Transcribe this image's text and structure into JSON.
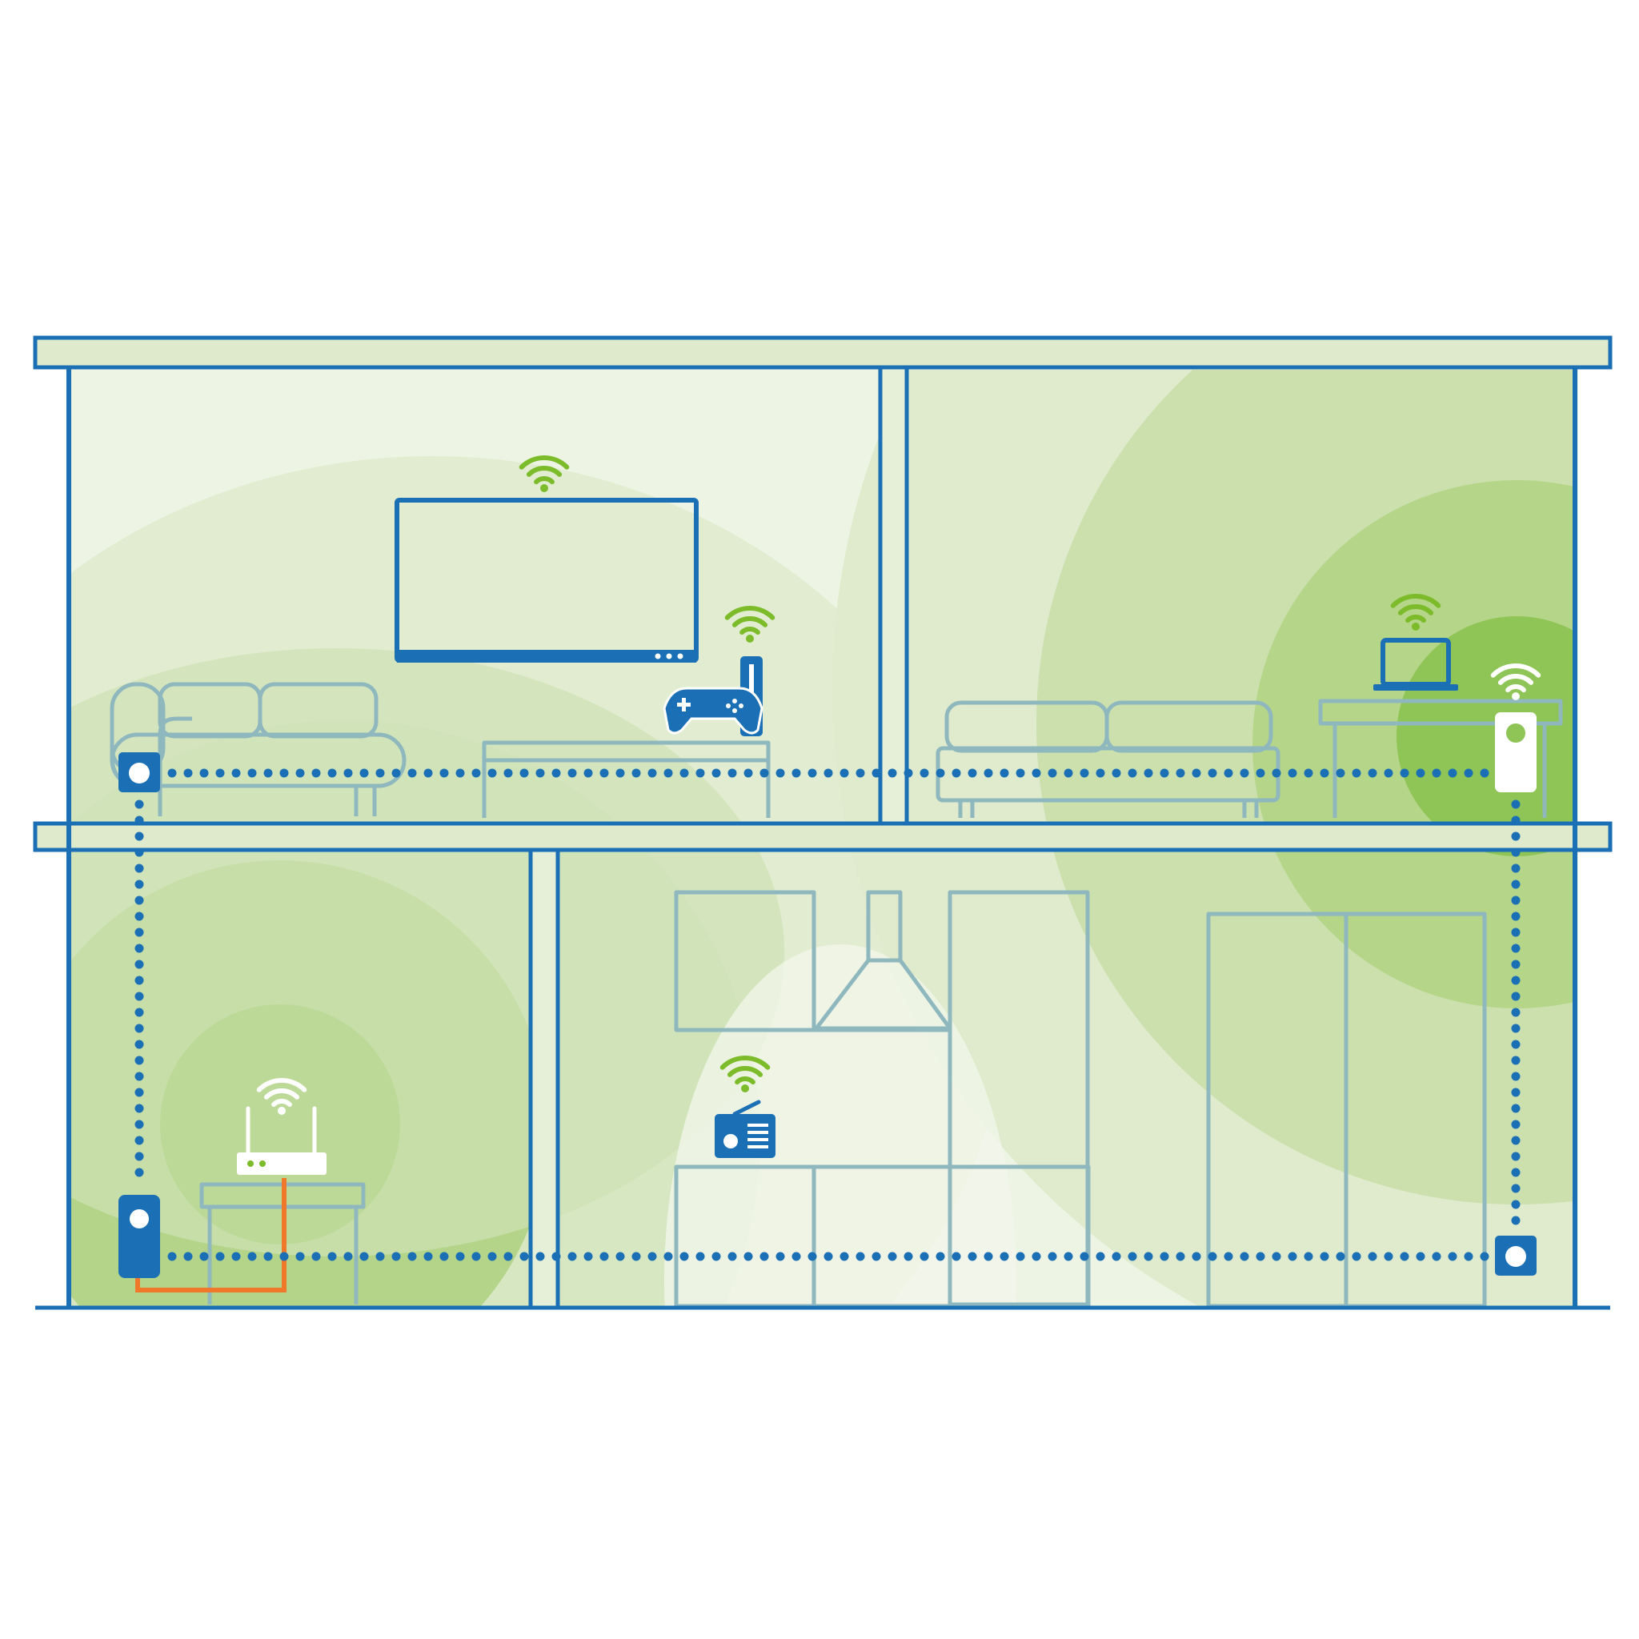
{
  "colors": {
    "background": "#ffffff",
    "wall_blue": "#1a6fb5",
    "furniture_teal": "#8fb8be",
    "floor_fill": "#eaf2df",
    "coverage_light": "#dce9c8",
    "coverage_mid": "#c9df b0",
    "coverage_strong": "#9cc96a",
    "wifi_green": "#7cbb2a",
    "device_blue": "#1a6fb5",
    "ethernet_orange": "#f0782a"
  },
  "icons": [
    "wifi-icon",
    "tv-icon",
    "game-controller-icon",
    "game-console-icon",
    "laptop-icon",
    "router-icon",
    "radio-icon",
    "powerline-adapter-icon",
    "sofa-icon",
    "kitchen-hood-icon"
  ],
  "devices": {
    "powerline_adapters": 4,
    "wifi_sources": 6
  }
}
